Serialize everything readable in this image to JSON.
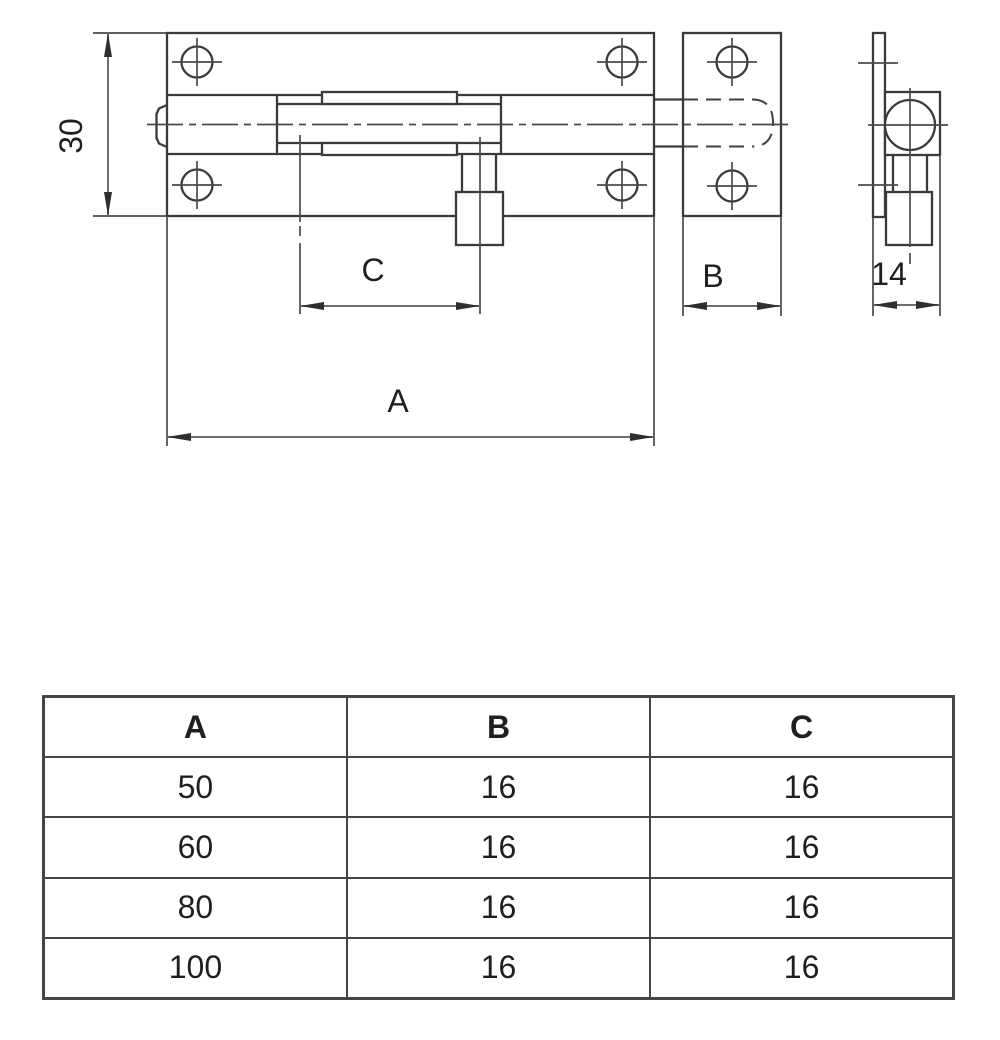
{
  "drawing": {
    "front_view": {
      "plate_height_dim": "30",
      "overall_length_label": "A",
      "bolt_travel_label": "C"
    },
    "keeper_view": {
      "width_label": "B"
    },
    "end_view": {
      "depth_dim": "14"
    }
  },
  "spec_table": {
    "headers": [
      "A",
      "B",
      "C"
    ],
    "rows": [
      [
        "50",
        "16",
        "16"
      ],
      [
        "60",
        "16",
        "16"
      ],
      [
        "80",
        "16",
        "16"
      ],
      [
        "100",
        "16",
        "16"
      ]
    ]
  },
  "colors": {
    "line": "#3a3a3a",
    "dim_line": "#6e6e6e",
    "text": "#1f1f1f",
    "table_border": "#454545"
  }
}
